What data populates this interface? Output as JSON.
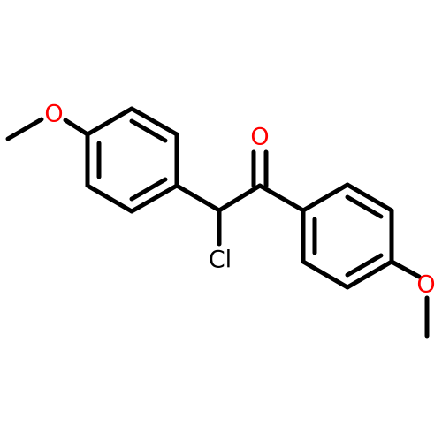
{
  "diagram": {
    "atoms": {
      "oxygen_left": {
        "label": "O",
        "color": "#ff0000"
      },
      "chlorine": {
        "label": "Cl",
        "color": "#000000"
      },
      "oxygen_carbonyl": {
        "label": "O",
        "color": "#ff0000"
      },
      "oxygen_right": {
        "label": "O",
        "color": "#ff0000"
      }
    }
  }
}
